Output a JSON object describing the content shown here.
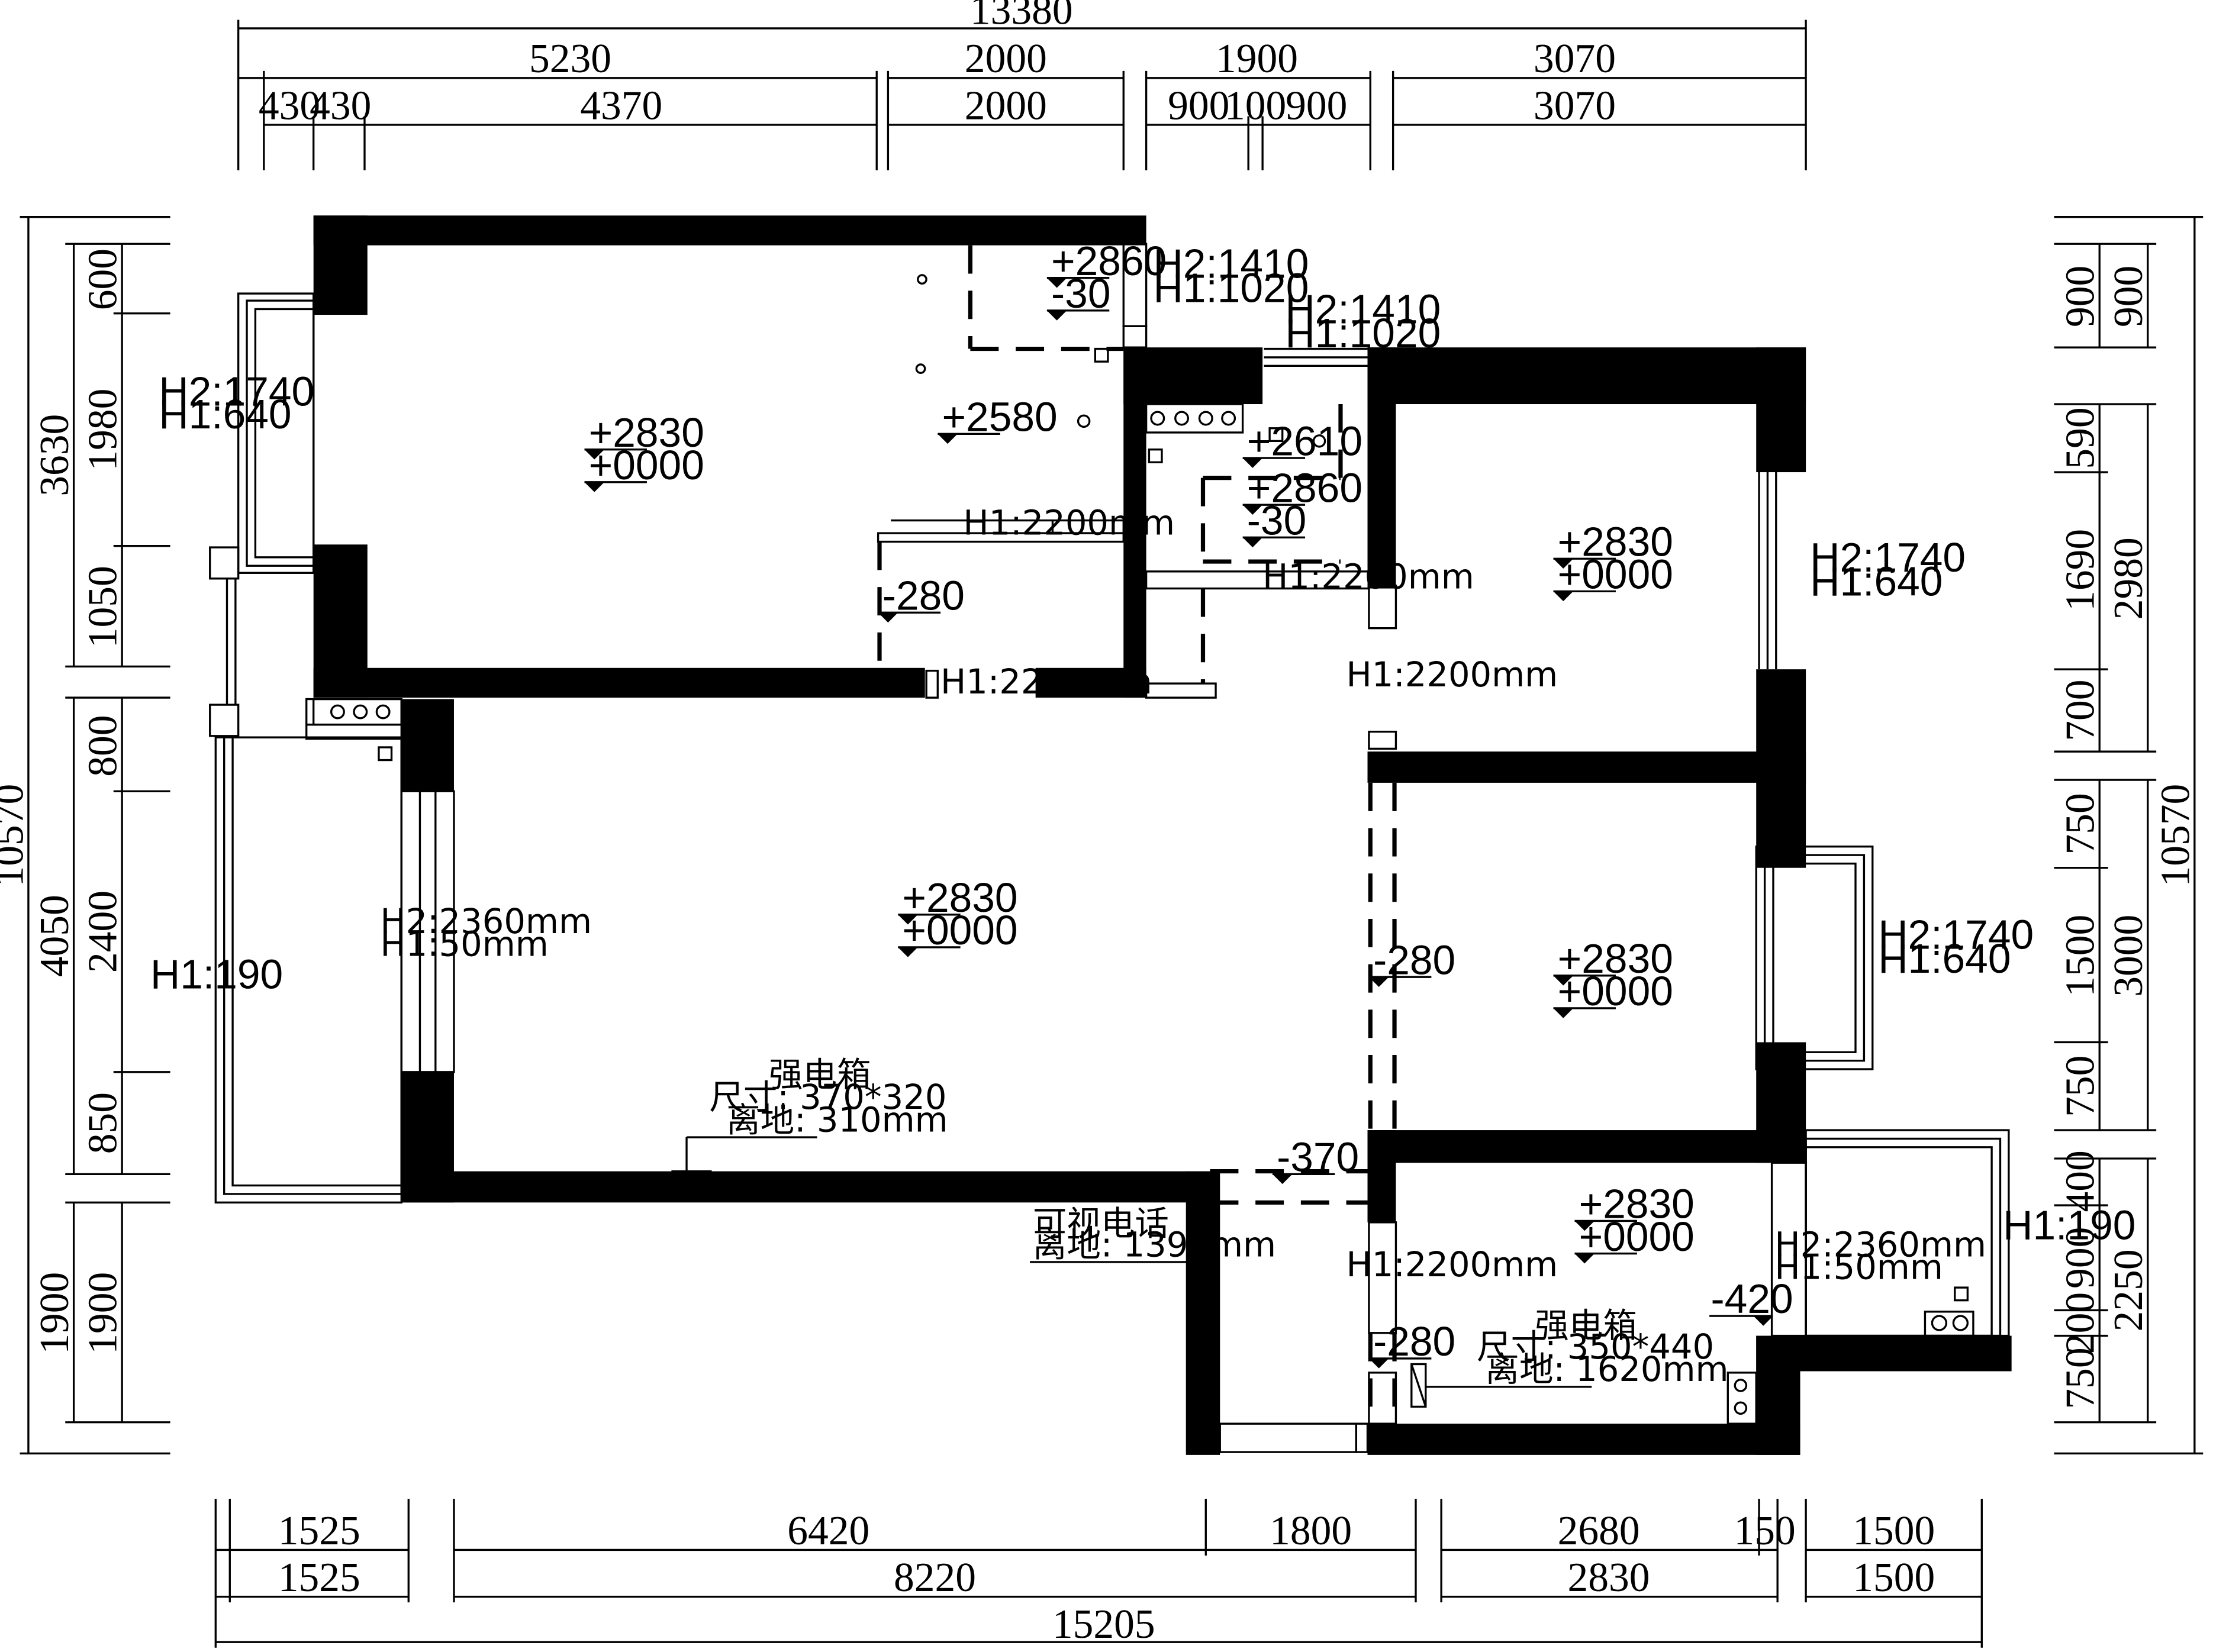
{
  "dimensions": {
    "top_total": "13380",
    "top_mid": [
      "5230",
      "2000",
      "1900",
      "3070"
    ],
    "top_inner": [
      "430",
      "430",
      "4370",
      "2000",
      "900",
      "100",
      "900",
      "3070"
    ],
    "bottom_total": "15205",
    "bottom_row1": [
      "1525",
      "6420",
      "1800",
      "2680",
      "150",
      "1500"
    ],
    "bottom_row2": [
      "1525",
      "8220",
      "2830",
      "1500"
    ],
    "left_total": "10570",
    "left_mid": [
      "3630",
      "4050",
      "1900"
    ],
    "left_inner": [
      "600",
      "1980",
      "1050",
      "800",
      "2400",
      "850",
      "1900"
    ],
    "right_total": "10570",
    "right_mid": [
      "900",
      "2980",
      "3000",
      "2250"
    ],
    "right_inner": [
      "900",
      "590",
      "1690",
      "700",
      "750",
      "1500",
      "750",
      "400",
      "900",
      "200",
      "750"
    ]
  },
  "annotations": {
    "win_h2_1740": "H2:1740",
    "win_h1_640": "H1:640",
    "win_h2_1410": "H2:1410",
    "win_h1_1020": "H1:1020",
    "h1_2200": "H1:2200mm",
    "h2_2360": "H2:2360mm",
    "h1_50": "H1:50mm",
    "h1_190": "H1:190"
  },
  "levels": {
    "p2830": "+2830",
    "p0000": "+0000",
    "p2860": "+2860",
    "m30": "-30",
    "p2580": "+2580",
    "p2610": "+2610",
    "m280": "-280",
    "m370": "-370",
    "m420": "-420"
  },
  "notes": {
    "box1_title": "强电箱",
    "box1_size": "尺寸: 370*320",
    "box1_height": "离地: 310mm",
    "phone_title": "可视电话",
    "phone_height": "离地: 1390mm",
    "box2_title": "强电箱",
    "box2_size": "尺寸: 350*440",
    "box2_height": "离地: 1620mm"
  }
}
